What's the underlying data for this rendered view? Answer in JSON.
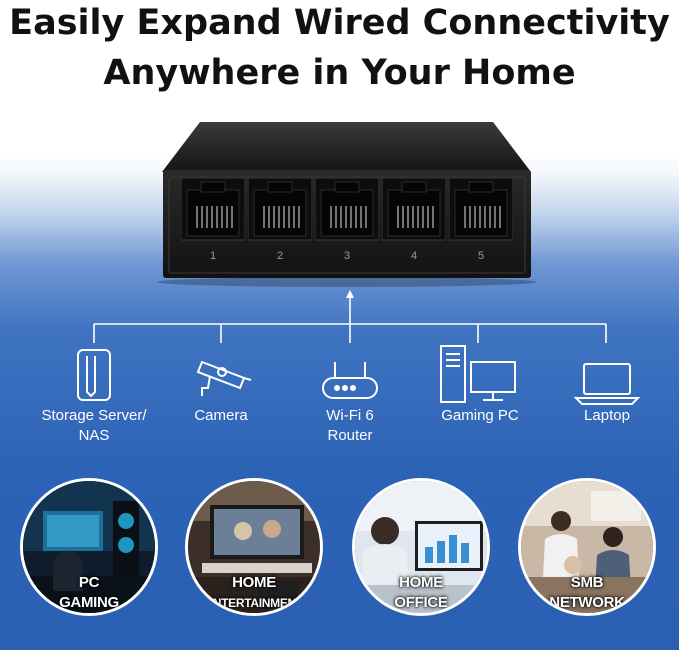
{
  "headline": {
    "line1": "Easily Expand Wired Connectivity",
    "line2": "Anywhere in Your Home"
  },
  "switch": {
    "port_numbers": [
      "1",
      "2",
      "3",
      "4",
      "5"
    ]
  },
  "devices": [
    {
      "label": "Storage Server/\nNAS",
      "icon": "nas-icon"
    },
    {
      "label": "Camera",
      "icon": "camera-icon"
    },
    {
      "label": "Wi-Fi 6\nRouter",
      "icon": "router-icon"
    },
    {
      "label": "Gaming PC",
      "icon": "desktop-pc-icon"
    },
    {
      "label": "Laptop",
      "icon": "laptop-icon"
    }
  ],
  "scenarios": [
    {
      "line1": "PC",
      "line2": "GAMING"
    },
    {
      "line1": "HOME",
      "line2": "ENTERTAINMENT"
    },
    {
      "line1": "HOME",
      "line2": "OFFICE"
    },
    {
      "line1": "SMB",
      "line2": "NETWORK"
    }
  ],
  "colors": {
    "switch_body": "#1c1c1c",
    "line": "#ffffff",
    "background_blue": "#2d63b6"
  }
}
